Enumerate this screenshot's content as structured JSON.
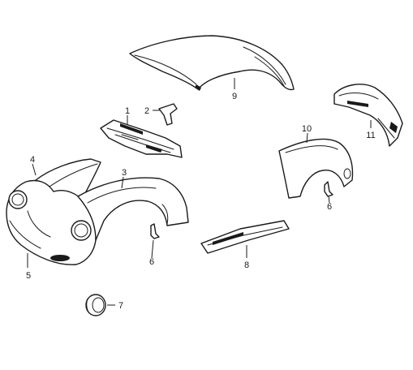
{
  "callouts": {
    "c1": "1",
    "c2": "2",
    "c3": "3",
    "c4": "4",
    "c5": "5",
    "c6a": "6",
    "c6b": "6",
    "c7": "7",
    "c8": "8",
    "c9": "9",
    "c10": "10",
    "c11": "11"
  },
  "colors": {
    "ink": "#1a1a1a",
    "paper": "#ffffff"
  }
}
